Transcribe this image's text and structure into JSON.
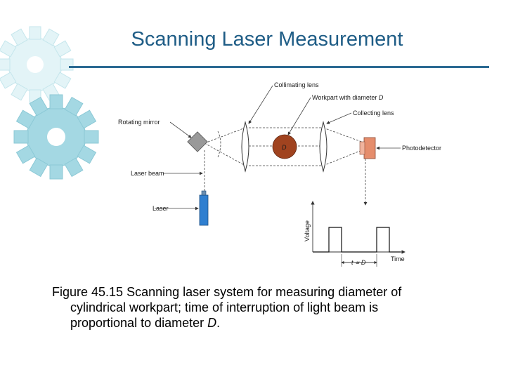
{
  "title": "Scanning Laser Measurement",
  "diagram": {
    "labels": {
      "collimating_lens": "Collimating lens",
      "workpart_prefix": "Workpart with diameter ",
      "workpart_var": "D",
      "collecting_lens": "Collecting lens",
      "rotating_mirror": "Rotating mirror",
      "photodetector": "Photodetector",
      "laser_beam": "Laser beam",
      "laser": "Laser",
      "workpart_d": "D",
      "voltage": "Voltage",
      "time": "Time",
      "t_prop_d": "t ∝ D"
    },
    "colors": {
      "laser": "#2f7fd0",
      "workpart": "#a0431f",
      "photodetector": "#e58d6c",
      "mirror": "#999999"
    }
  },
  "caption": {
    "line1": "Figure 45.15  Scanning laser system for measuring diameter of",
    "line2": "cylindrical workpart; time of interruption of light beam is",
    "line3_prefix": "proportional to diameter ",
    "line3_var": "D",
    "line3_suffix": "."
  },
  "decor": {
    "gear_color_top": "#dff3f6",
    "gear_color_bottom": "#9dd4e0"
  }
}
